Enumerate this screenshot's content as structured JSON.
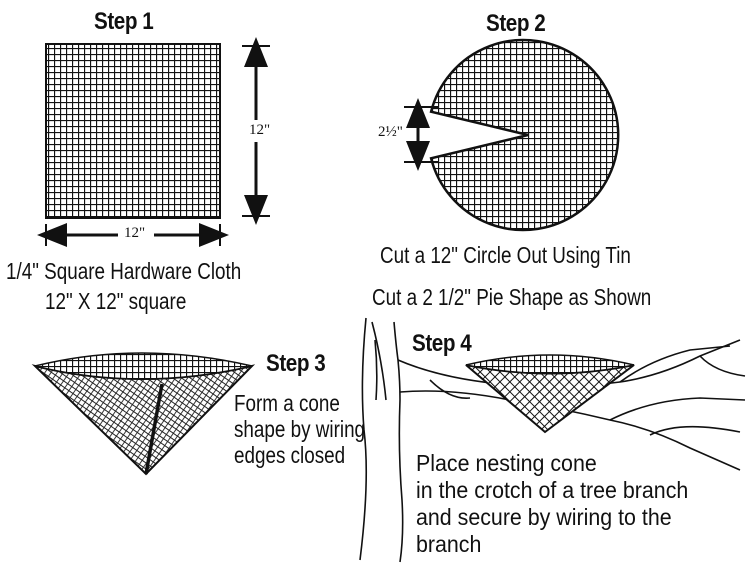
{
  "step1": {
    "heading": "Step 1",
    "dim_vertical": "12\"",
    "dim_horizontal": "12\"",
    "caption_line1": "1/4\"  Square Hardware Cloth",
    "caption_line2": "12\" X 12\"  square"
  },
  "step2": {
    "heading": "Step 2",
    "dim_notch": "2½\"",
    "caption_line1": "Cut a 12\" Circle Out Using Tin",
    "caption_line2": "Cut a 2 1/2\" Pie Shape as Shown"
  },
  "step3": {
    "heading": "Step 3",
    "caption_lines": [
      "Form a cone",
      "shape by wiring",
      "edges closed"
    ]
  },
  "step4": {
    "heading": "Step 4",
    "caption_lines": [
      "Place nesting cone",
      "in the crotch of a tree branch",
      "and secure by wiring to the",
      "branch"
    ]
  },
  "colors": {
    "ink": "#111111",
    "background": "#ffffff"
  }
}
